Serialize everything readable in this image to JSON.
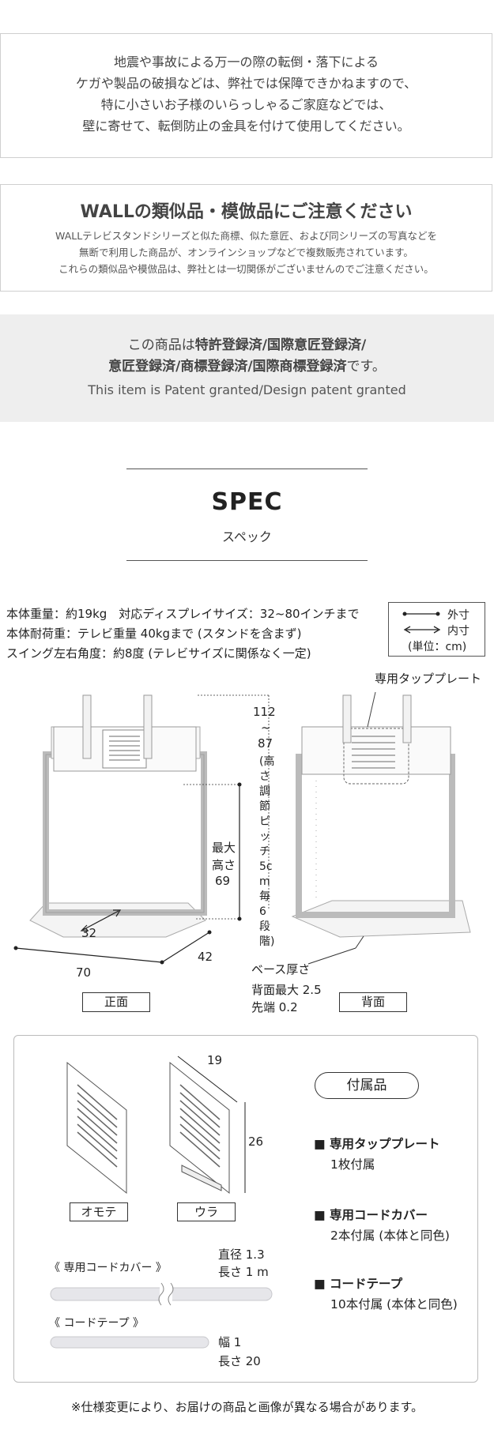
{
  "notice": {
    "lines": [
      "地震や事故による万一の際の転倒・落下による",
      "ケガや製品の破損などは、弊社では保障できかねますので、",
      "特に小さいお子様のいらっしゃるご家庭などでは、",
      "壁に寄せて、転倒防止の金具を付けて使用してください。"
    ]
  },
  "imitation": {
    "title": "WALLの類似品・模倣品にご注意ください",
    "lines": [
      "WALLテレビスタンドシリーズと似た商標、似た意匠、および同シリーズの写真などを",
      "無断で利用した商品が、オンラインショップなどで複数販売されています。",
      "これらの類似品や模倣品は、弊社とは一切関係がございませんのでご注意ください。"
    ]
  },
  "patent": {
    "line1_pre": "この商品は",
    "line1_bold": "特許登録済/国際意匠登録済/",
    "line2_bold": "意匠登録済/商標登録済/国際商標登録済",
    "line2_post": "です。",
    "en": "This item is Patent granted/Design patent granted"
  },
  "spec": {
    "title": "SPEC",
    "subtitle": "スペック",
    "lines": [
      "本体重量：約19kg　対応ディスプレイサイズ：32~80インチまで",
      "本体耐荷重：テレビ重量 40kgまで (スタンドを含まず)",
      "スイング左右角度：約8度 (テレビサイズに関係なく一定)"
    ],
    "legend": {
      "outer": "外寸",
      "inner": "内寸",
      "unit": "(単位：cm)"
    }
  },
  "front": {
    "dim_top_a": "112",
    "dim_top_tilde": "~",
    "dim_top_b": "87",
    "dim_pitch": "(高さ調節ピッチ5cm毎6段階)",
    "max_height_l1": "最大",
    "max_height_l2": "高さ",
    "max_height_val": "69",
    "width_inner": "32",
    "width_outer": "70",
    "depth": "42",
    "label": "正面"
  },
  "back": {
    "tap_plate": "専用タッププレート",
    "base_thickness": "ベース厚さ",
    "back_max": "背面最大 2.5",
    "tip": "先端 0.2",
    "label": "背面"
  },
  "accessories": {
    "title": "付属品",
    "plate_front_label": "オモテ",
    "plate_back_label": "ウラ",
    "plate_width": "19",
    "plate_height": "26",
    "items": [
      {
        "name": "専用タッププレート",
        "qty": "1枚付属"
      },
      {
        "name": "専用コードカバー",
        "qty": "2本付属 (本体と同色)"
      },
      {
        "name": "コードテープ",
        "qty": "10本付属 (本体と同色)"
      }
    ],
    "cover_label": "《 専用コードカバー 》",
    "cover_diameter": "直径 1.3",
    "cover_length": "長さ 1 m",
    "tape_label": "《 コードテープ 》",
    "tape_width": "幅 1",
    "tape_length": "長さ 20"
  },
  "footer_note": "※仕様変更により、お届けの商品と画像が異なる場合があります。"
}
